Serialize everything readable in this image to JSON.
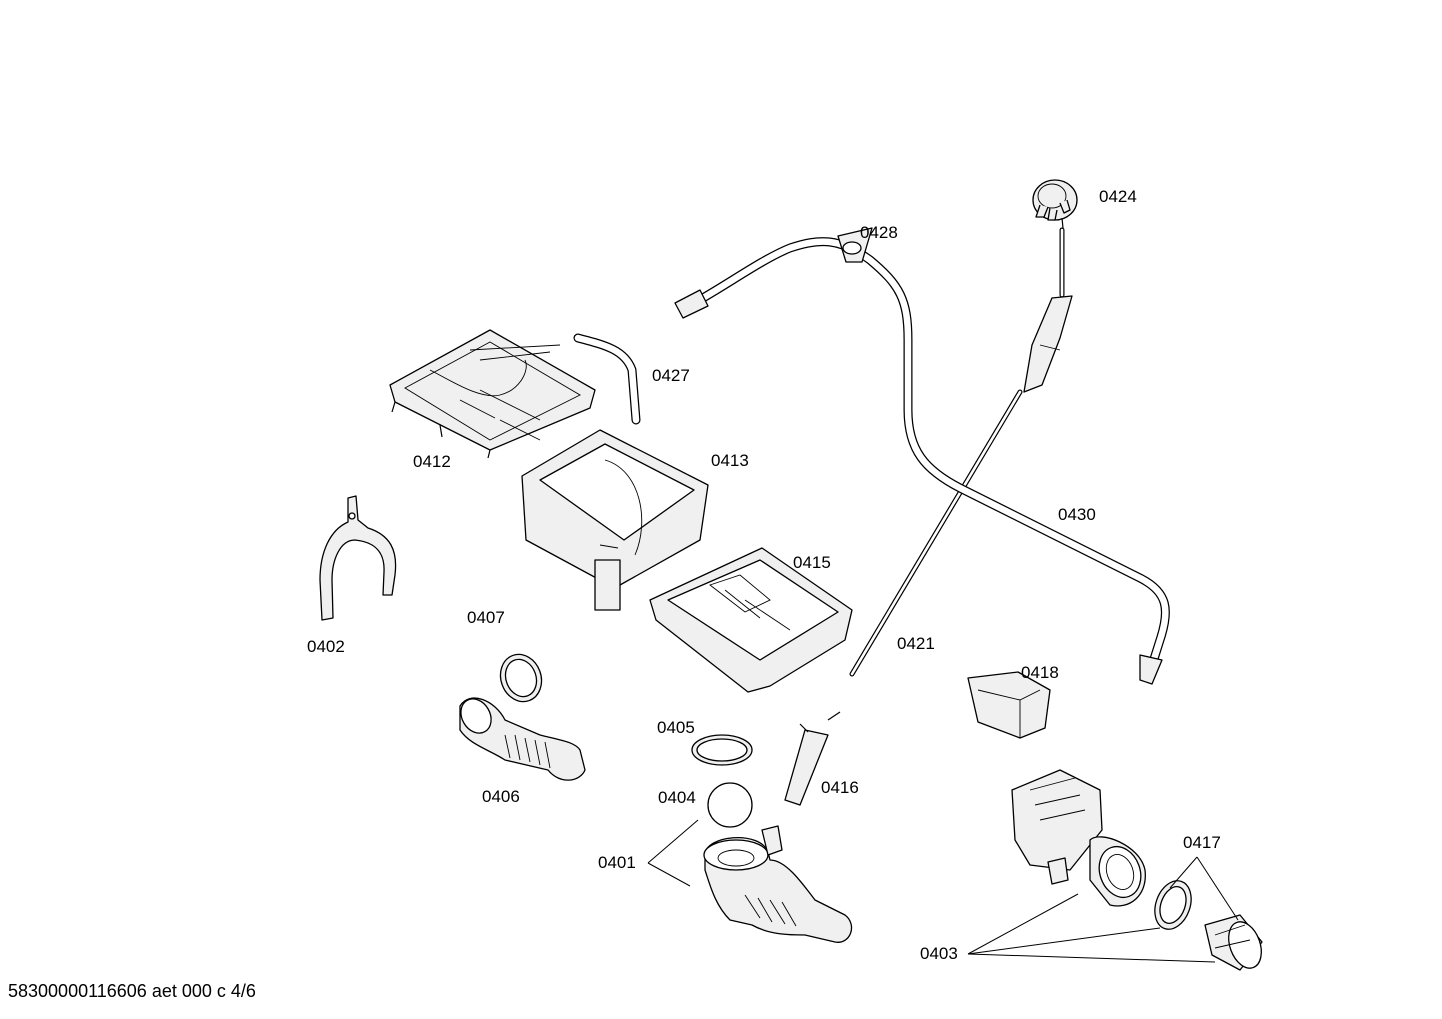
{
  "labels": {
    "p0424": "0424",
    "p0428": "0428",
    "p0427": "0427",
    "p0412": "0412",
    "p0413": "0413",
    "p0430": "0430",
    "p0415": "0415",
    "p0402": "0402",
    "p0407": "0407",
    "p0421": "0421",
    "p0418": "0418",
    "p0405": "0405",
    "p0406": "0406",
    "p0404": "0404",
    "p0416": "0416",
    "p0417": "0417",
    "p0401": "0401",
    "p0403": "0403"
  },
  "footer": "58300000116606 aet 000 c 4/6"
}
